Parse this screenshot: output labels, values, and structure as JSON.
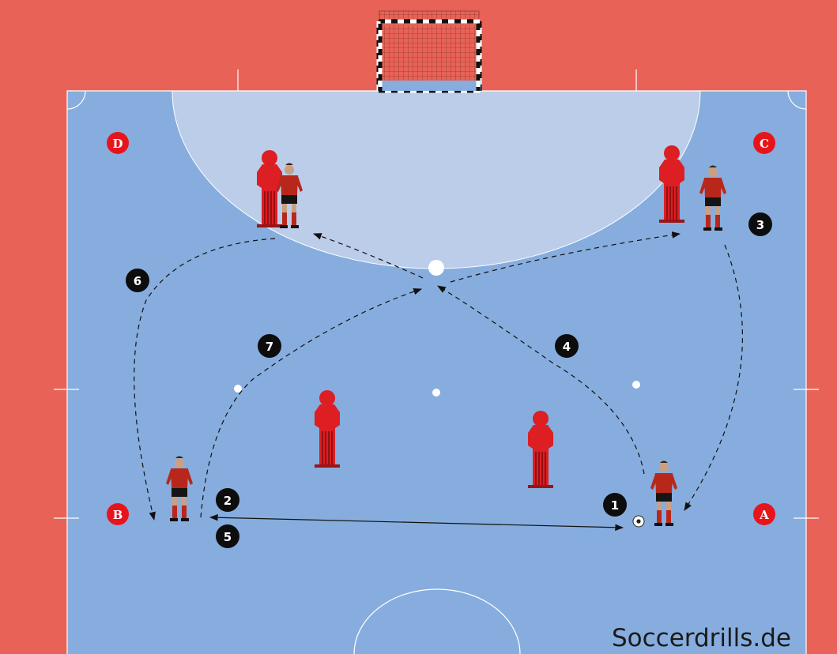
{
  "colors": {
    "surround": "#e96257",
    "court": "#86addd",
    "penalty_area": "#bccdea",
    "lines": "#ffffff",
    "station_marker": "#e8141c",
    "step_marker": "#0d0d0d",
    "mannequin": "#dd1e22",
    "jersey": "#b8271b",
    "shorts": "#151515"
  },
  "stations": [
    {
      "label": "A"
    },
    {
      "label": "B"
    },
    {
      "label": "C"
    },
    {
      "label": "D"
    }
  ],
  "steps": [
    {
      "label": "1"
    },
    {
      "label": "2"
    },
    {
      "label": "3"
    },
    {
      "label": "4"
    },
    {
      "label": "5"
    },
    {
      "label": "6"
    },
    {
      "label": "7"
    }
  ],
  "icons": {
    "goal": "futsal-goal-icon",
    "mannequin": "training-mannequin-icon",
    "player": "player-icon",
    "ball": "soccer-ball-icon"
  },
  "watermark": "Soccerdrills.de"
}
